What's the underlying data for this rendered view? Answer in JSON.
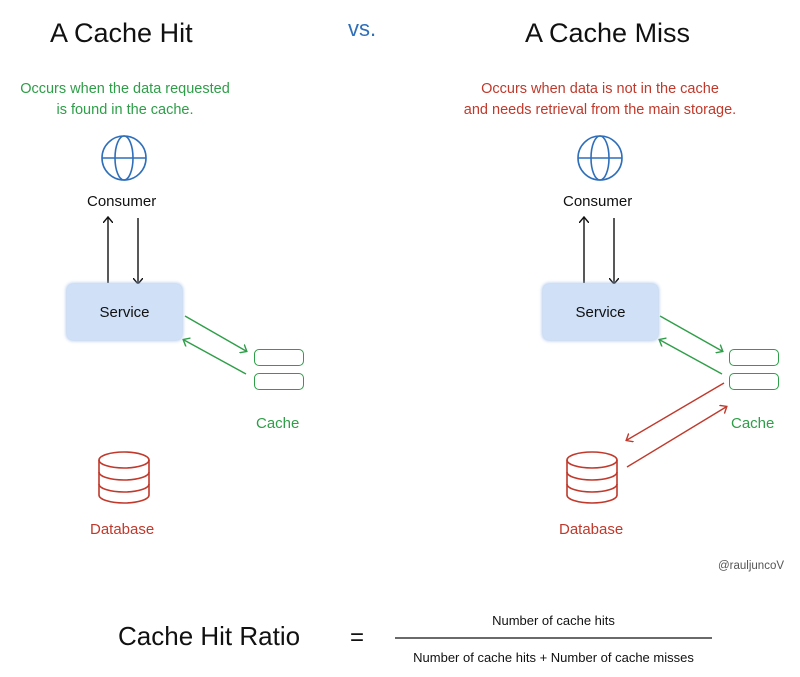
{
  "left": {
    "title": "A Cache Hit",
    "description_line1": "Occurs when the data requested",
    "description_line2": "is found in the cache.",
    "consumer_label": "Consumer",
    "service_label": "Service",
    "cache_label": "Cache",
    "database_label": "Database"
  },
  "vs_label": "vs.",
  "right": {
    "title": "A Cache Miss",
    "description_line1": "Occurs when data is not in the cache",
    "description_line2": "and needs retrieval from the main storage.",
    "consumer_label": "Consumer",
    "service_label": "Service",
    "cache_label": "Cache",
    "database_label": "Database"
  },
  "credit": "@rauljuncoV",
  "formula": {
    "left_side": "Cache Hit Ratio",
    "equals": "=",
    "numerator": "Number of cache hits",
    "denominator": "Number of cache hits + Number of cache misses"
  },
  "colors": {
    "hit_green": "#2e9e48",
    "miss_red": "#c0392b",
    "globe_blue": "#2f6fba",
    "service_fill": "#cfe0f7"
  },
  "icons": {
    "consumer": "globe-icon",
    "database": "database-cylinder-icon"
  }
}
